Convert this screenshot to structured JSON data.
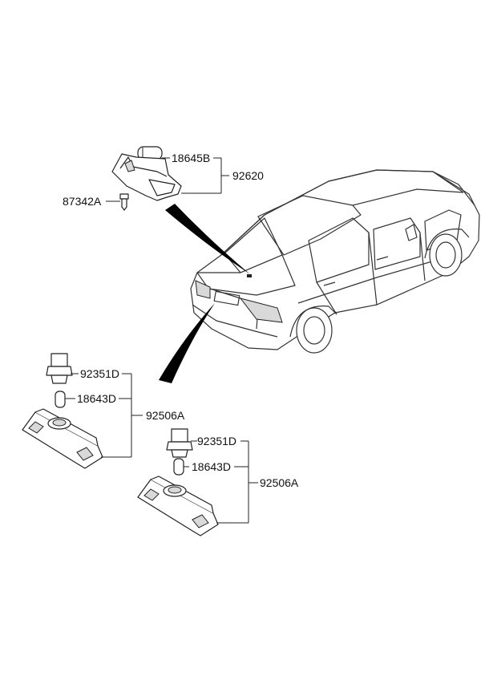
{
  "labels": {
    "bulb_top": "18645B",
    "assembly_top": "92620",
    "screw": "87342A",
    "socket_1": "92351D",
    "bulb_1": "18643D",
    "lamp_1": "92506A",
    "socket_2": "92351D",
    "bulb_2": "18643D",
    "lamp_2": "92506A"
  }
}
